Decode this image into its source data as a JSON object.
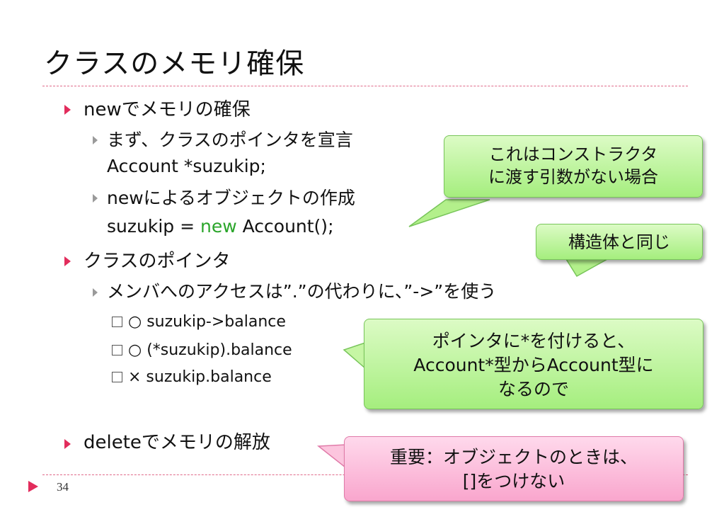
{
  "title": "クラスのメモリ確保",
  "bullets": {
    "b1": "newでメモリの確保",
    "b1_1": "まず、クラスのポインタを宣言",
    "b1_1_code": "Account *suzukip;",
    "b1_2": "newによるオブジェクトの作成",
    "b1_2_code_pre": "suzukip = ",
    "b1_2_code_kw": "new",
    "b1_2_code_post": " Account();",
    "b2": "クラスのポインタ",
    "b2_1": "メンバへのアクセスは”.”の代わりに、”->”を使う",
    "b2_1_items": [
      "○ suzukip->balance",
      "○ (*suzukip).balance",
      "× suzukip.balance"
    ],
    "b3": "deleteでメモリの解放"
  },
  "callouts": {
    "c1_line1": "これはコンストラクタ",
    "c1_line2": "に渡す引数がない場合",
    "c2": "構造体と同じ",
    "c3_line1": "ポインタに*を付けると、",
    "c3_line2": "Account*型からAccount型に",
    "c3_line3": "なるので",
    "c4_line1": "重要：オブジェクトのときは、",
    "c4_line2": "[]をつけない"
  },
  "footer": {
    "page": "34"
  },
  "colors": {
    "accent": "#e22c5c",
    "keyword": "#2aa52a",
    "callout_green": "#b8f292",
    "callout_pink": "#fbb8d8"
  }
}
